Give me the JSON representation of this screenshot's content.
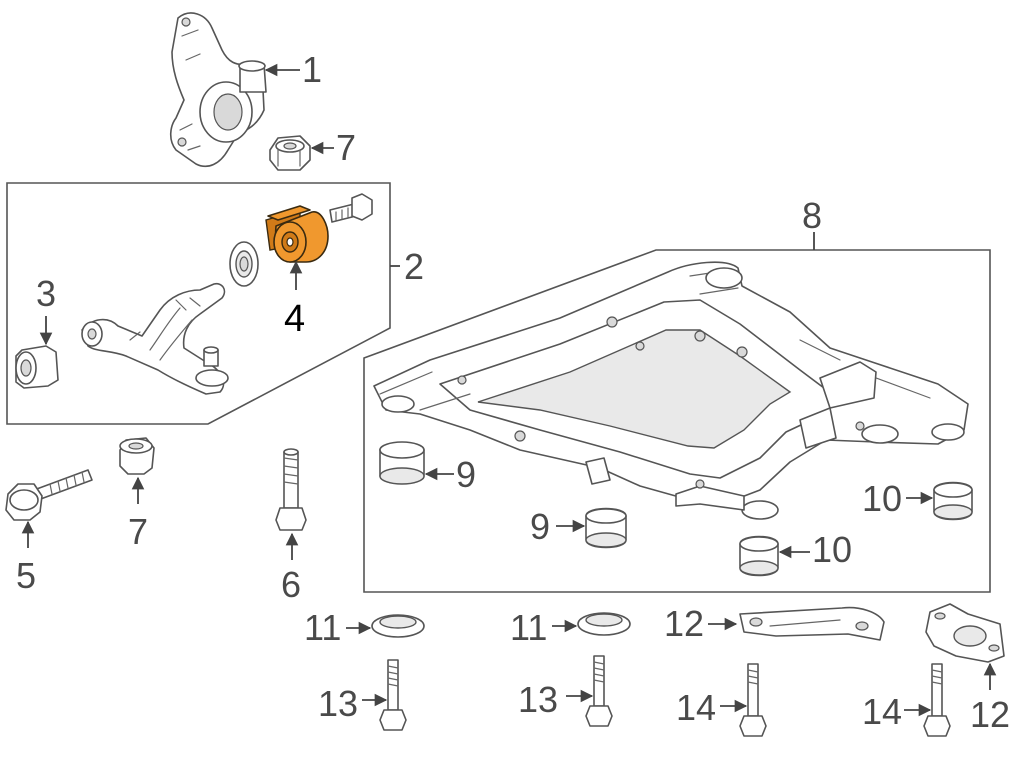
{
  "labels": {
    "part_1": "1",
    "part_2": "2",
    "part_3": "3",
    "part_4": "4",
    "part_5": "5",
    "part_6": "6",
    "part_7a": "7",
    "part_7b": "7",
    "part_8": "8",
    "part_9a": "9",
    "part_9b": "9",
    "part_10a": "10",
    "part_10b": "10",
    "part_11a": "11",
    "part_11b": "11",
    "part_12a": "12",
    "part_12b": "12",
    "part_13a": "13",
    "part_13b": "13",
    "part_14a": "14",
    "part_14b": "14"
  },
  "highlighted_part": "4",
  "colors": {
    "highlight": "#f0982e",
    "line": "#555555",
    "label": "#4a4a4a"
  }
}
